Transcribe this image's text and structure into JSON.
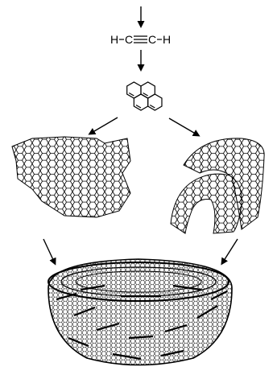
{
  "diagram": {
    "formula": {
      "left_h": "H",
      "right_h": "H"
    },
    "nodes": [
      {
        "id": "acetylene",
        "kind": "molecule"
      },
      {
        "id": "pyrene",
        "kind": "polycyclic-aromatic-molecule"
      },
      {
        "id": "graphene-sheet",
        "kind": "flat-hexagonal-sheet"
      },
      {
        "id": "curved-sheets",
        "kind": "curved-hexagonal-sheets"
      },
      {
        "id": "soot-particle",
        "kind": "bowl-shaped-particle"
      }
    ],
    "edges": [
      {
        "from": "input",
        "to": "acetylene"
      },
      {
        "from": "acetylene",
        "to": "pyrene"
      },
      {
        "from": "pyrene",
        "to": "graphene-sheet"
      },
      {
        "from": "pyrene",
        "to": "curved-sheets"
      },
      {
        "from": "graphene-sheet",
        "to": "soot-particle"
      },
      {
        "from": "curved-sheets",
        "to": "soot-particle"
      }
    ],
    "colors": {
      "ink": "#000000",
      "background": "#ffffff"
    }
  }
}
